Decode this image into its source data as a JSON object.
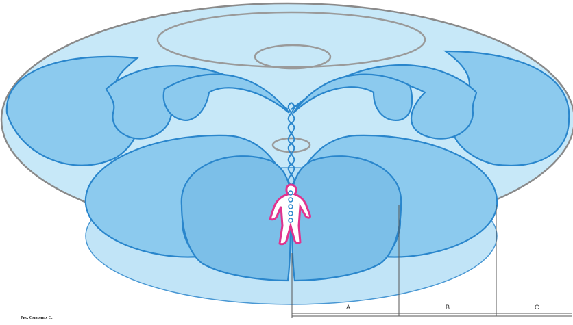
{
  "diagram": {
    "dimension_labels": {
      "a": "A",
      "b": "B",
      "c": "C"
    },
    "caption": "Рис. Смирных С."
  },
  "colors": {
    "fill_light": "#c7e8f8",
    "fill_lobe": "#8ccaee",
    "stroke_lobe": "#2a86cc",
    "ring": "#9a9a9a",
    "figure": "#e0338f"
  }
}
